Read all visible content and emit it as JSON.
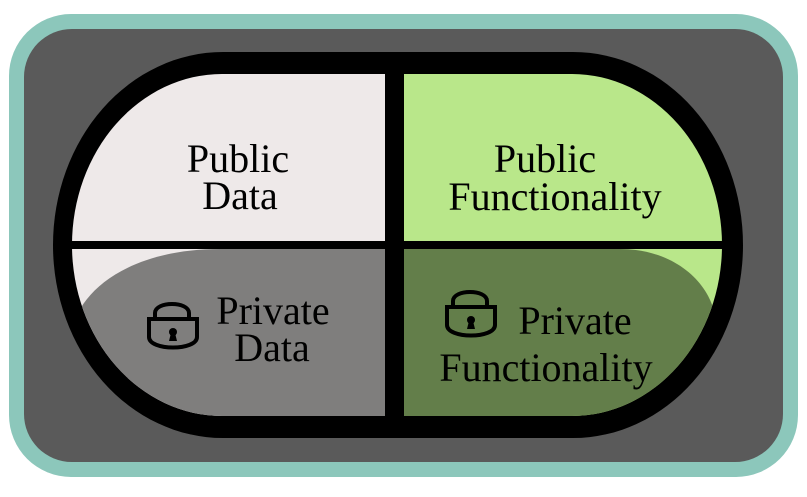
{
  "quadrants": {
    "public_data": {
      "line1": "Public",
      "line2": "Data"
    },
    "public_functionality": {
      "line1": "Public",
      "line2": "Functionality"
    },
    "private_data": {
      "line1": "Private",
      "line2": "Data",
      "icon": "padlock-icon"
    },
    "private_functionality": {
      "line1": "Private",
      "line2": "Functionality",
      "icon": "padlock-icon"
    }
  },
  "colors": {
    "frame": "#8cc7bb",
    "background": "#5a5a5a",
    "capsule": "#000000",
    "public_data": "#eee9e9",
    "private_data": "#7f7e7d",
    "public_functionality": "#b9e78a",
    "private_functionality": "#637e4a"
  }
}
